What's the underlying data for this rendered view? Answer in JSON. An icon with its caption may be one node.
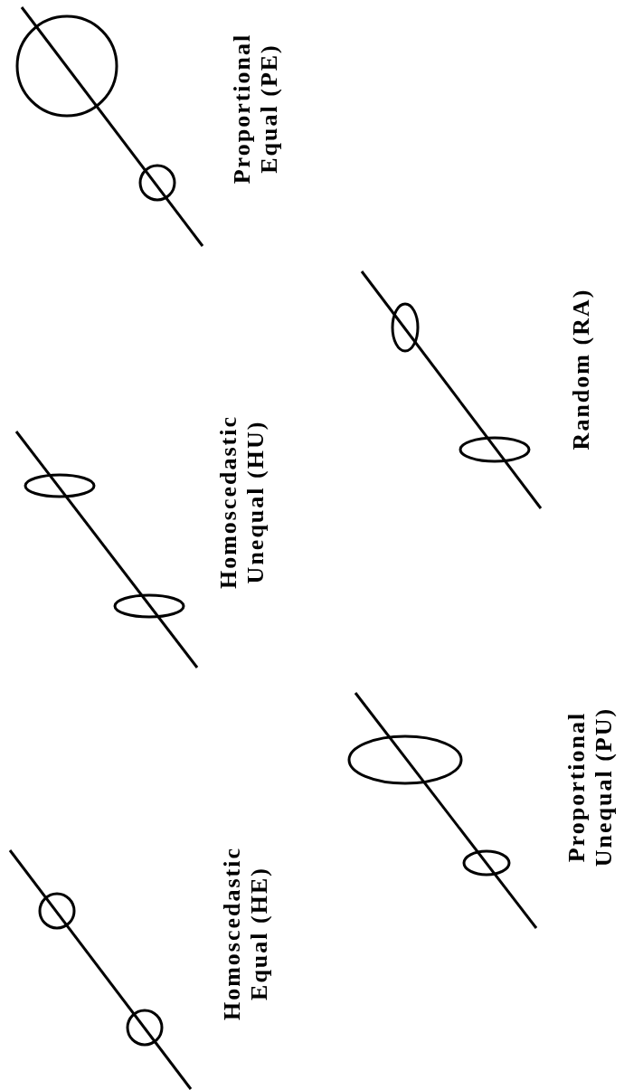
{
  "diagram": {
    "labels": [
      "Proportional Equal (PE)",
      "Random (RA)",
      "Homoscedastic Unequal (HU)",
      "Homoscedastic Equal (HE)",
      "Proportional Unequal (PU)"
    ]
  }
}
